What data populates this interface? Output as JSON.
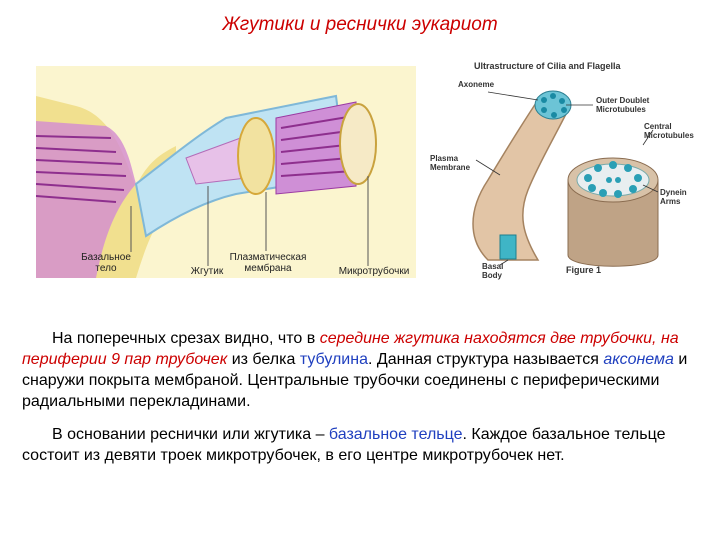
{
  "title": "Жгутики и реснички эукариот",
  "figure_left": {
    "labels": {
      "basal_body": "Базальное тело",
      "flagellum": "Жгутик",
      "plasma_membrane": "Плазматическая мембрана",
      "microtubules": "Микротрубочки"
    }
  },
  "figure_right": {
    "title": "Ultrastructure of Cilia and Flagella",
    "labels": {
      "axoneme": "Axoneme",
      "outer_doublet": "Outer Doublet Microtubules",
      "central_microtubules": "Central Microtubules",
      "plasma_membrane": "Plasma Membrane",
      "dynein_arms": "Dynein Arms",
      "basal_body": "Basal Body",
      "figure": "Figure 1"
    }
  },
  "paragraph1": {
    "t1": "На поперечных срезах видно, что в ",
    "t2": "середине жгутика находятся две трубочки, на периферии 9 пар трубочек",
    "t3": " из белка ",
    "t4": "тубулина",
    "t5": ". Данная структура называется ",
    "t6": "аксонема",
    "t7": " и снаружи покрыта мембраной. Центральные трубочки соединены с периферическими радиальными перекладинами."
  },
  "paragraph2": {
    "t1": "В основании реснички или жгутика – ",
    "t2": "базальное тельце",
    "t3": ". Каждое базальное тельце состоит из девяти троек микротрубочек, в его центре микротрубочек нет."
  },
  "colors": {
    "title": "#cc0000",
    "highlight_red": "#cc0000",
    "highlight_blue": "#1f3fbf"
  }
}
